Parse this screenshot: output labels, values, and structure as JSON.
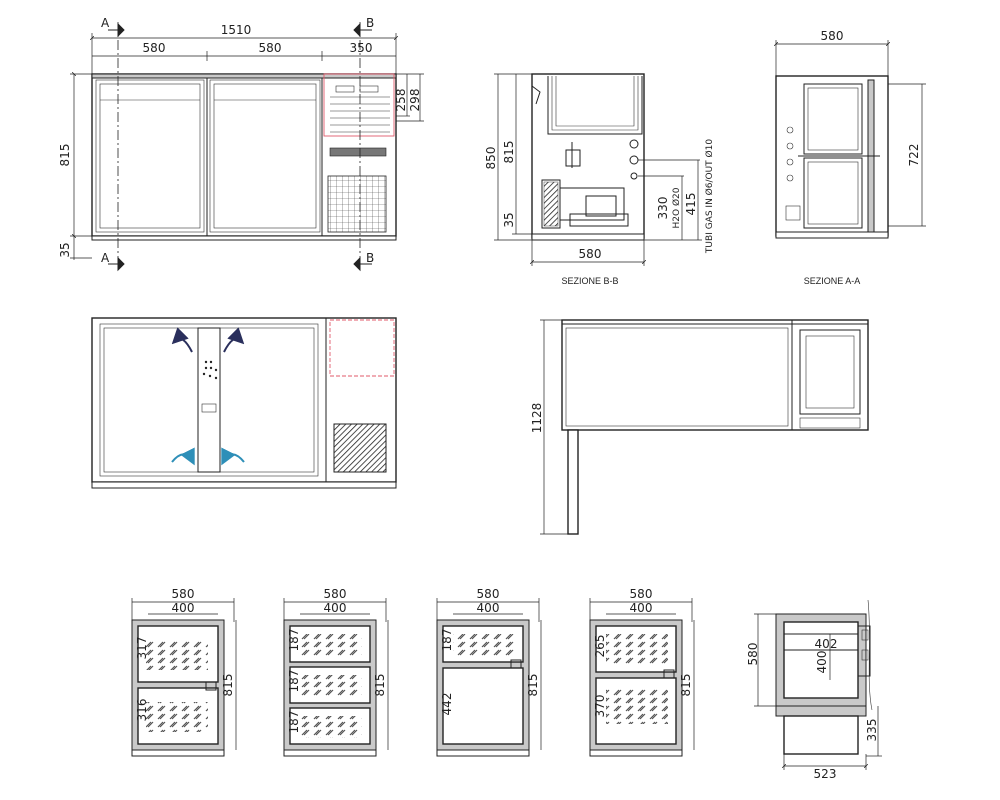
{
  "front_view": {
    "total_width": "1510",
    "door_left": "580",
    "door_right": "580",
    "compartment": "350",
    "height": "815",
    "foot": "35",
    "drawer_258": "258",
    "drawer_298": "298",
    "section_a": "A",
    "section_b": "B"
  },
  "section_bb": {
    "total_height": "850",
    "body_height": "815",
    "foot": "35",
    "depth": "580",
    "h330": "330",
    "h415": "415",
    "water": "H2O Ø20",
    "gas": "TUBI GAS IN Ø6/OUT Ø10",
    "title": "SEZIONE B-B"
  },
  "section_aa": {
    "width": "580",
    "height": "722",
    "title": "SEZIONE A-A"
  },
  "top_view": {
    "depth": "1128"
  },
  "drawer_configs": [
    {
      "outer": "580",
      "inner": "400",
      "height": "815",
      "labels": [
        "317",
        "316"
      ]
    },
    {
      "outer": "580",
      "inner": "400",
      "height": "815",
      "labels": [
        "187",
        "187",
        "187"
      ]
    },
    {
      "outer": "580",
      "inner": "400",
      "height": "815",
      "labels": [
        "187",
        "442"
      ]
    },
    {
      "outer": "580",
      "inner": "400",
      "height": "815",
      "labels": [
        "265",
        "370"
      ]
    }
  ],
  "drawer_detail": {
    "height": "580",
    "w402": "402",
    "h400": "400",
    "h335": "335",
    "w523": "523"
  },
  "colors": {
    "line": "#222222",
    "accent_red": "#e05a6a",
    "arrow_blue": "#2e8fb8",
    "arrow_navy": "#2a2f5c"
  }
}
